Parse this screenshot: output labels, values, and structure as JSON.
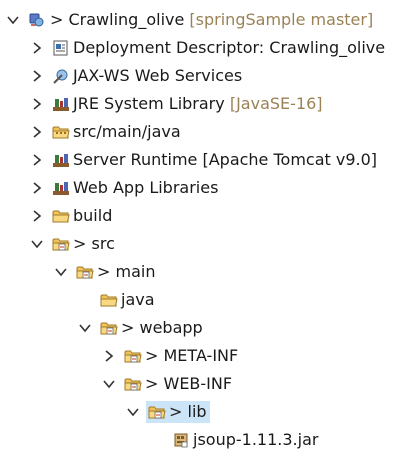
{
  "colors": {
    "background": "#ffffff",
    "selection": "#cce4f7",
    "decoration_text": "#9b8256",
    "folder": "#e8b84a",
    "library": "#7a5a3a"
  },
  "tree": {
    "project": {
      "prefix": ">",
      "label": "Crawling_olive",
      "decoration": "[springSample master]"
    },
    "items": [
      {
        "label": "Deployment Descriptor: Crawling_olive",
        "icon": "deployment-descriptor-icon"
      },
      {
        "label": "JAX-WS Web Services",
        "icon": "web-services-icon"
      },
      {
        "label": "JRE System Library",
        "decoration": "[JavaSE-16]",
        "icon": "library-icon"
      },
      {
        "label": "src/main/java",
        "icon": "source-folder-icon"
      },
      {
        "label": "Server Runtime [Apache Tomcat v9.0]",
        "icon": "library-icon"
      },
      {
        "label": "Web App Libraries",
        "icon": "library-icon"
      },
      {
        "label": "build",
        "icon": "folder-icon"
      },
      {
        "prefix": ">",
        "label": "src",
        "icon": "folder-icon"
      },
      {
        "prefix": ">",
        "label": "main",
        "icon": "folder-icon"
      },
      {
        "label": "java",
        "icon": "folder-icon"
      },
      {
        "prefix": ">",
        "label": "webapp",
        "icon": "folder-icon"
      },
      {
        "prefix": ">",
        "label": "META-INF",
        "icon": "folder-icon"
      },
      {
        "prefix": ">",
        "label": "WEB-INF",
        "icon": "folder-icon"
      },
      {
        "prefix": ">",
        "label": "lib",
        "icon": "folder-icon",
        "selected": true
      },
      {
        "label": "jsoup-1.11.3.jar",
        "icon": "jar-icon"
      }
    ]
  }
}
